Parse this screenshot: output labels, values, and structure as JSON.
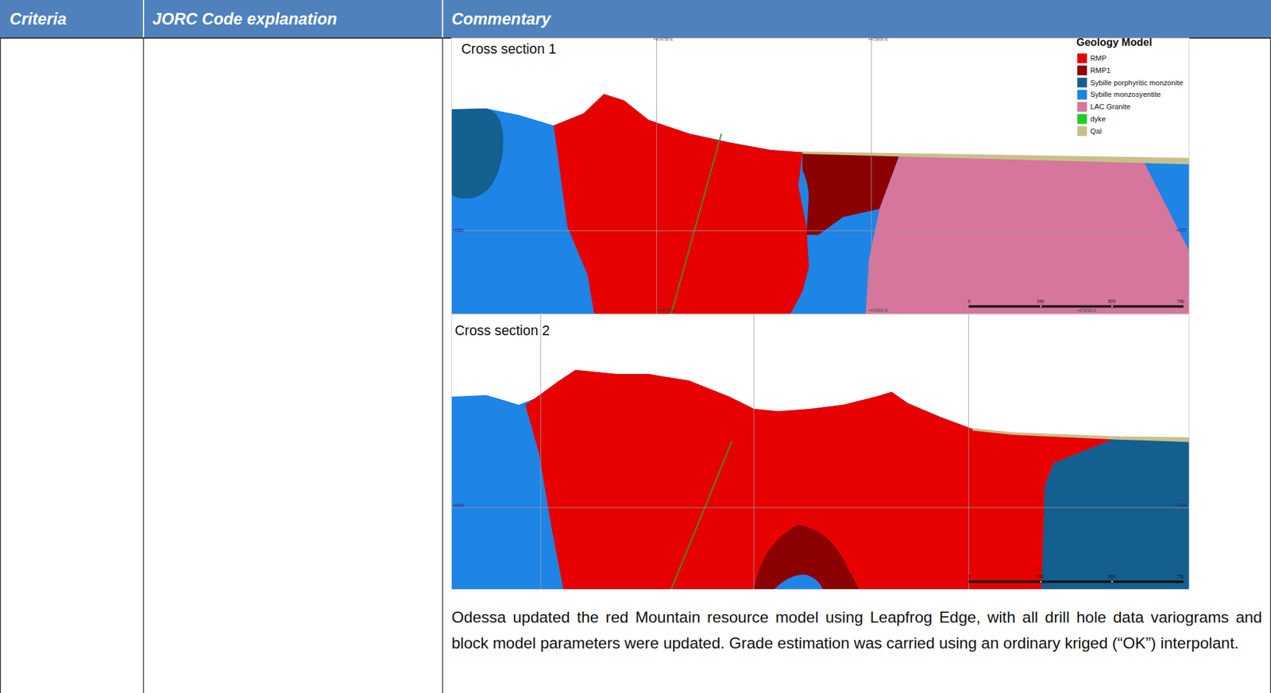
{
  "diagram": {
    "labels": [
      "Criteria",
      "JORC Code explanation",
      "Commentary",
      "Cross section 1",
      "+474750 E",
      "+475000 E",
      "+1500",
      "+1500",
      "+474750 E",
      "+475000 E",
      "+475250 E",
      "0",
      "250",
      "500",
      "750",
      "Geology Model",
      "Cross section 2",
      "+1500",
      "+1500",
      "0",
      "250",
      "500",
      "750",
      "Odessa updated the red Mountain resource model using Leapfrog Edge, with all drill hole data variograms and block model parameters were updated. Grade estimation was carried using an ordinary kriged (“OK”) interpolant."
    ],
    "legend": [
      {
        "text": "RMP",
        "color": "#e60000"
      },
      {
        "text": "RMP1",
        "color": "#8b0000"
      },
      {
        "text": "Sybille porphyritic monzonite",
        "color": "#135f8f"
      },
      {
        "text": "Sybille monzosyentite",
        "color": "#1e84e6"
      },
      {
        "text": "LAC Granite",
        "color": "#d6769c"
      },
      {
        "text": "dyke",
        "color": "#22cc22"
      },
      {
        "text": "Qal",
        "color": "#c8c08a"
      }
    ]
  }
}
